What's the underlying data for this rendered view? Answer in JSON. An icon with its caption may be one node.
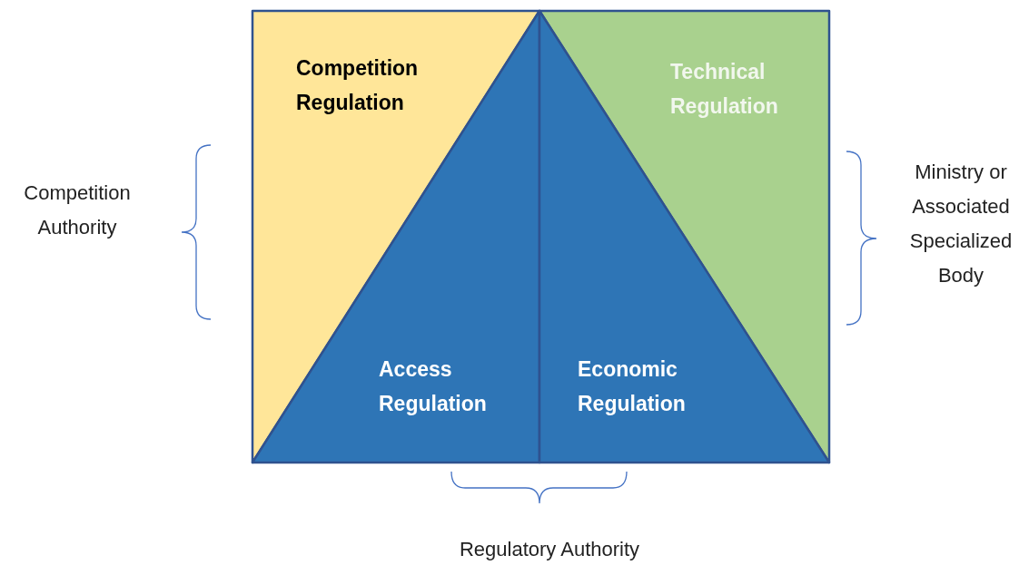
{
  "diagram": {
    "nodes": [
      {
        "text": [
          "Competition Regulation"
        ]
      },
      {
        "text": [
          "Technical Regulation"
        ]
      },
      {
        "text": [
          "Access Regulation"
        ]
      },
      {
        "text": [
          "Economic Regulation"
        ]
      }
    ],
    "labels": [
      "Competition Authority",
      "Ministry or Associated Specialized Body",
      "Regulatory Authority"
    ]
  }
}
